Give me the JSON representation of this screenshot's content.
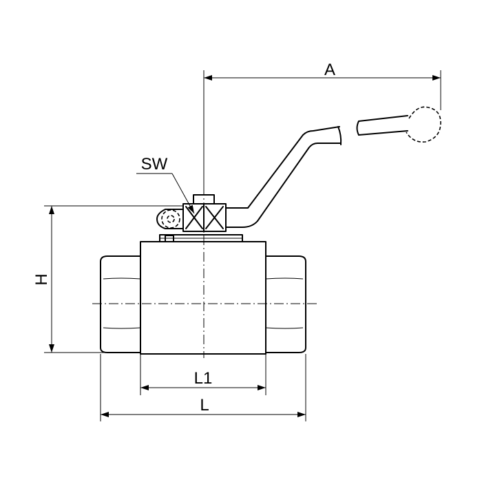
{
  "dimensions": {
    "a_label": "A",
    "sw_label": "SW",
    "h_label": "H",
    "l1_label": "L1",
    "l_label": "L"
  }
}
